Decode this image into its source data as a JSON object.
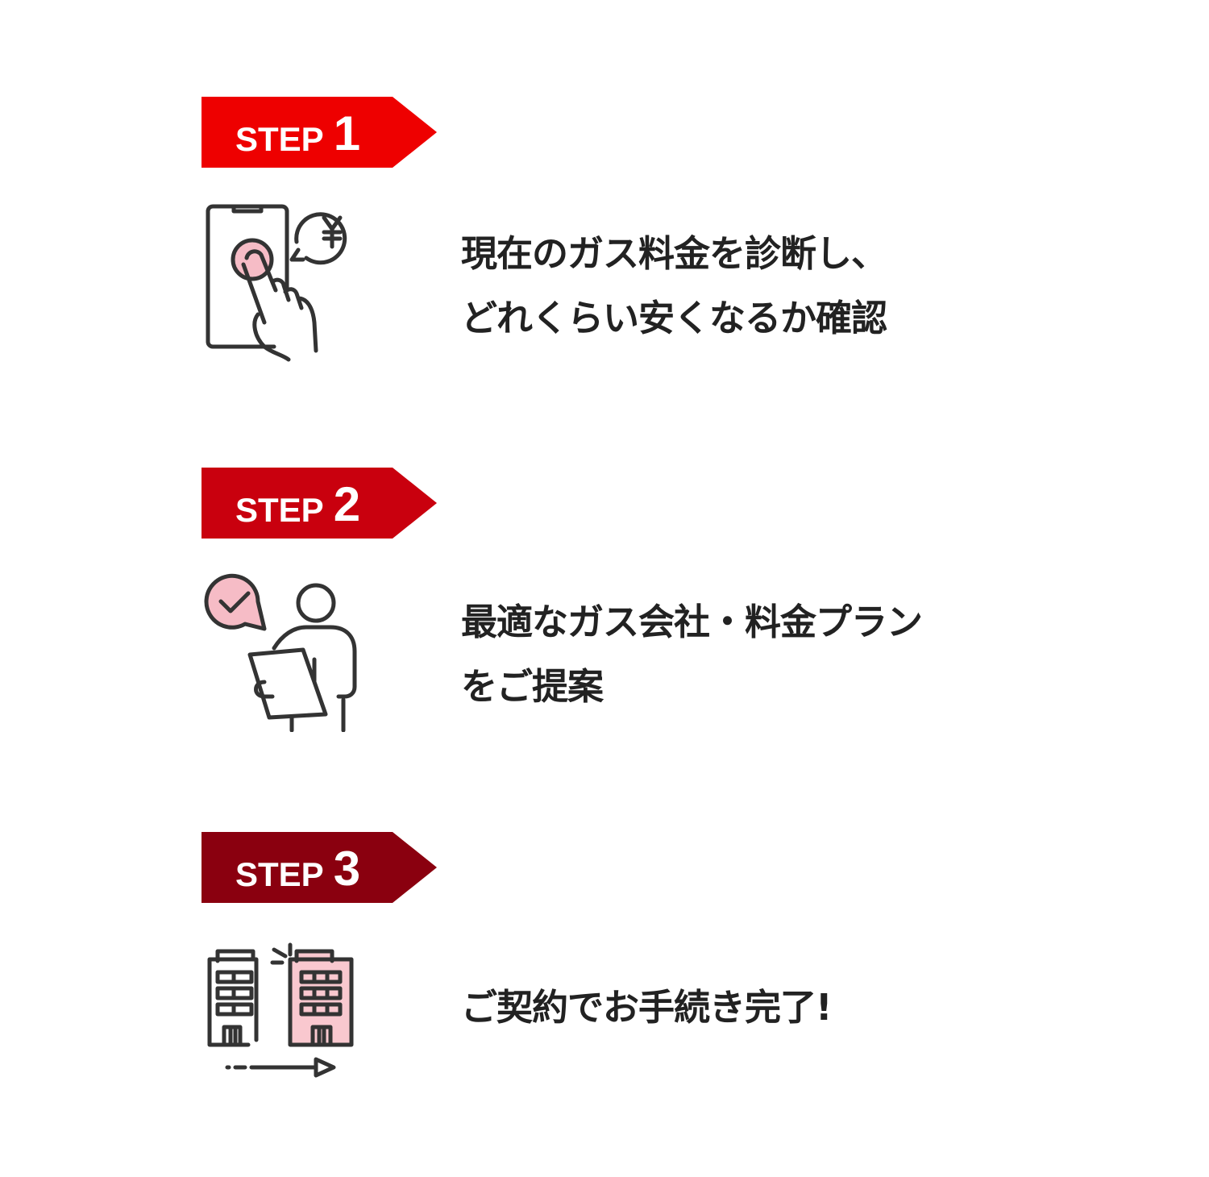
{
  "steps": [
    {
      "word": "STEP",
      "number": "1",
      "color": "#ee0000",
      "icon": "smartphone-tap-yen-icon",
      "lines": [
        "現在のガス料金を診断し、",
        "どれくらい安くなるか確認"
      ]
    },
    {
      "word": "STEP",
      "number": "2",
      "color": "#c9000e",
      "icon": "consultant-proposal-icon",
      "lines": [
        "最適なガス会社・料金プラン",
        "をご提案"
      ]
    },
    {
      "word": "STEP",
      "number": "3",
      "color": "#8a000f",
      "icon": "building-switch-icon",
      "lines": [
        "ご契約でお手続き完了!"
      ]
    }
  ]
}
